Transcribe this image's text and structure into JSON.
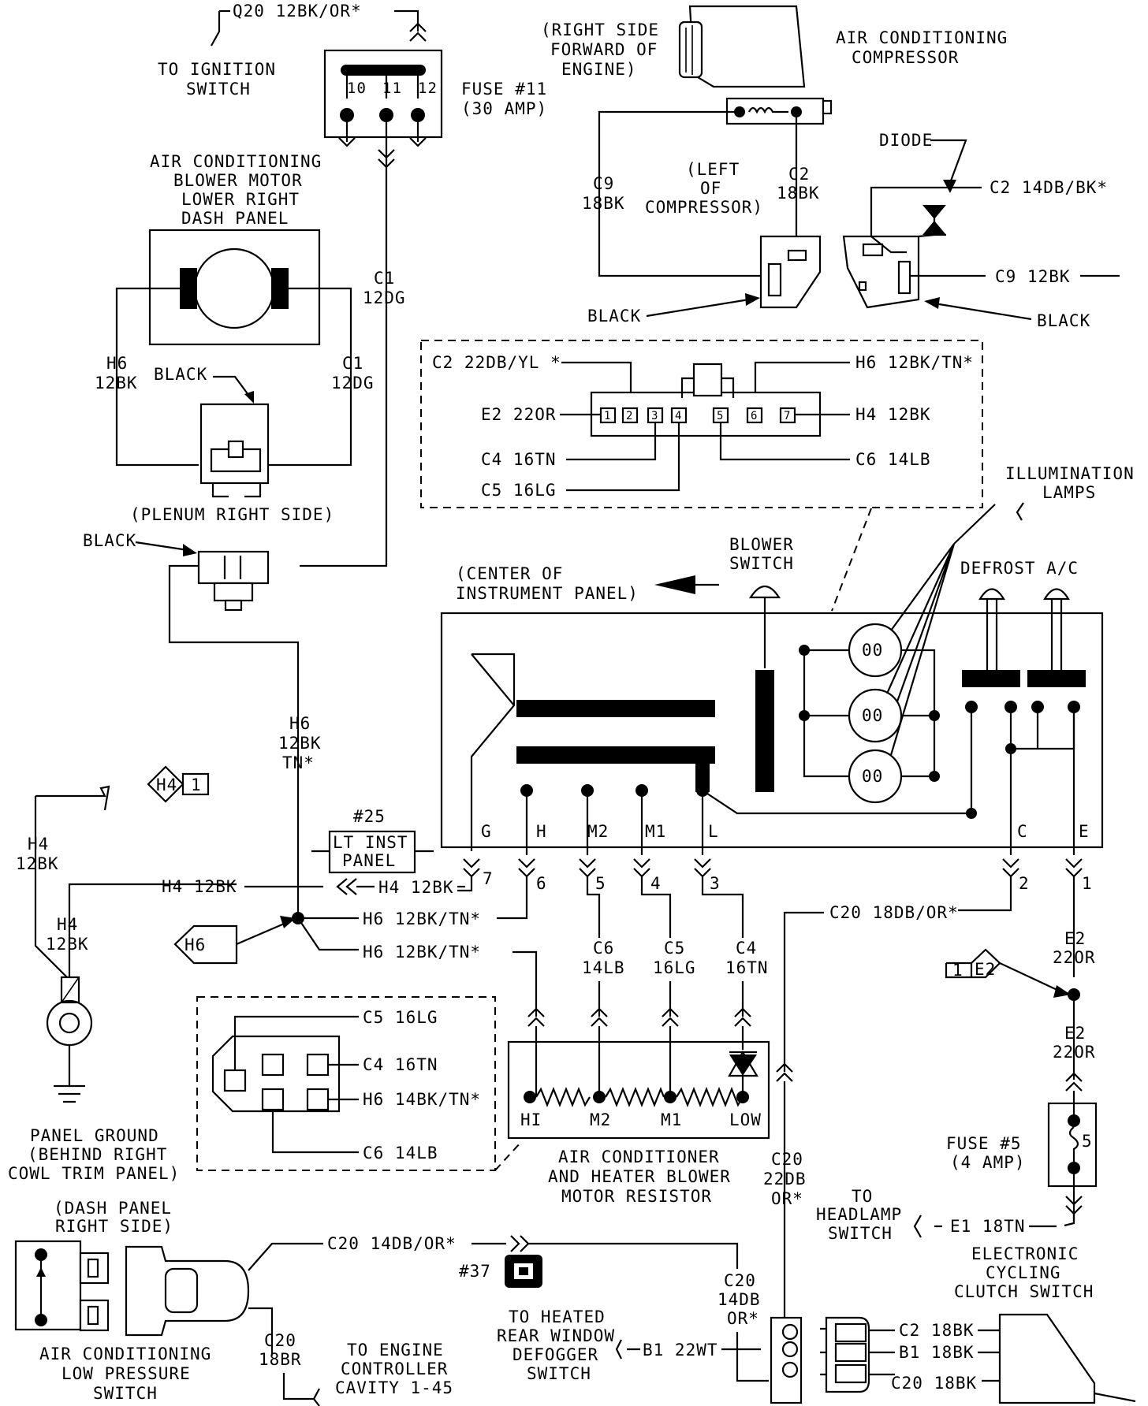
{
  "labels": {
    "q20_wire": "Q20 12BK/OR*",
    "to_ignition_line1": "TO IGNITION",
    "to_ignition_line2": "SWITCH",
    "fuse_11_line1": "FUSE #11",
    "fuse_11_line2": "(30 AMP)",
    "fuse_pin_10": "10",
    "fuse_pin_11": "11",
    "fuse_pin_12": "12",
    "right_side_line1": "(RIGHT SIDE",
    "right_side_line2": "FORWARD OF",
    "right_side_line3": "ENGINE)",
    "ac_compressor_line1": "AIR CONDITIONING",
    "ac_compressor_line2": "COMPRESSOR",
    "blower_motor_line1": "AIR CONDITIONING",
    "blower_motor_line2": "BLOWER MOTOR",
    "blower_motor_line3": "LOWER RIGHT",
    "blower_motor_line4": "DASH PANEL",
    "c9_18bk_line1": "C9",
    "c9_18bk_line2": "18BK",
    "left_of_line1": "(LEFT",
    "left_of_line2": "OF",
    "left_of_line3": "COMPRESSOR)",
    "c2_18bk_line1": "C2",
    "c2_18bk_line2": "18BK",
    "diode": "DIODE",
    "c2_14db": "C2 14DB/BK*",
    "c9_12bk": "C9 12BK",
    "black_1": "BLACK",
    "black_2": "BLACK",
    "black_3": "BLACK",
    "black_4": "BLACK",
    "c1_12dg_a_line1": "C1",
    "c1_12dg_a_line2": "12DG",
    "c1_12dg_b_line1": "C1",
    "c1_12dg_b_line2": "12DG",
    "h6_12bk_line1": "H6",
    "h6_12bk_line2": "12BK",
    "plenum": "(PLENUM RIGHT SIDE)",
    "sw_c2": "C2 22DB/YL *",
    "sw_h6": "H6 12BK/TN*",
    "sw_e2": "E2 22OR",
    "sw_h4": "H4 12BK",
    "sw_c4": "C4 16TN",
    "sw_c6": "C6 14LB",
    "sw_c5": "C5 16LG",
    "illum_line1": "ILLUMINATION",
    "illum_line2": "LAMPS",
    "blower_switch_line1": "BLOWER",
    "blower_switch_line2": "SWITCH",
    "center_panel_line1": "(CENTER OF",
    "center_panel_line2": "INSTRUMENT PANEL)",
    "defrost_ac": "DEFROST A/C",
    "h6_tn_line1": "H6",
    "h6_tn_line2": "12BK",
    "h6_tn_line3": "TN*",
    "h4_ref": "H4",
    "h4_ref_num": "1",
    "h4_12bk_left_line1": "H4",
    "h4_12bk_left_line2": "12BK",
    "fuse_25_line1": "#25",
    "fuse_25_line2": "LT INST",
    "fuse_25_line3": "PANEL",
    "term_g": "G",
    "term_h": "H",
    "term_m2": "M2",
    "term_m1": "M1",
    "term_l": "L",
    "term_c": "C",
    "term_e": "E",
    "pin_7": "7",
    "pin_6": "6",
    "pin_5": "5",
    "pin_4": "4",
    "pin_3": "3",
    "pin_2": "2",
    "pin_1": "1",
    "h4_12bk_top": "H4 12BK",
    "h4_12bk_mid": "H4 12BK",
    "h4_12bk_low_line1": "H4",
    "h4_12bk_low_line2": "12BK",
    "h6_ref": "H6",
    "h6_wire_a": "H6 12BK/TN*",
    "h6_wire_b": "H6 12BK/TN*",
    "c20_18db": "C20 18DB/OR*",
    "c6_14lb_line1": "C6",
    "c6_14lb_line2": "14LB",
    "c5_16lg_line1": "C5",
    "c5_16lg_line2": "16LG",
    "c4_16tn_line1": "C4",
    "c4_16tn_line2": "16TN",
    "e2_ref": "E2",
    "e2_ref_num": "1",
    "e2_22or_a_line1": "E2",
    "e2_22or_a_line2": "22OR",
    "e2_22or_b_line1": "E2",
    "e2_22or_b_line2": "22OR",
    "res_c5": "C5 16LG",
    "res_c4": "C4 16TN",
    "res_h6": "H6 14BK/TN*",
    "res_c6": "C6 14LB",
    "res_hi": "HI",
    "res_m2": "M2",
    "res_m1": "M1",
    "res_low": "LOW",
    "panel_ground_line1": "PANEL GROUND",
    "panel_ground_line2": "(BEHIND RIGHT",
    "panel_ground_line3": "COWL TRIM PANEL)",
    "resistor_line1": "AIR CONDITIONER",
    "resistor_line2": "AND HEATER BLOWER",
    "resistor_line3": "MOTOR RESISTOR",
    "c20_22db_line1": "C20",
    "c20_22db_line2": "22DB",
    "c20_22db_line3": "OR*",
    "fuse_5_line1": "FUSE #5",
    "fuse_5_line2": "(4 AMP)",
    "fuse_5_pin": "5",
    "to_headlamp_line1": "TO",
    "to_headlamp_line2": "HEADLAMP",
    "to_headlamp_line3": "SWITCH",
    "e1_18tn": "E1 18TN",
    "dash_panel_line1": "(DASH PANEL",
    "dash_panel_line2": "RIGHT SIDE)",
    "c20_14db": "C20 14DB/OR*",
    "ecc_line1": "ELECTRONIC",
    "ecc_line2": "CYCLING",
    "ecc_line3": "CLUTCH SWITCH",
    "fuse_37": "#37",
    "c20_14db_or_line1": "C20",
    "c20_14db_or_line2": "14DB",
    "c20_14db_or_line3": "OR*",
    "ecc_c2": "C2 18BK",
    "ecc_b1": "B1 18BK",
    "ecc_c20": "C20 18BK",
    "to_heated_line1": "TO HEATED",
    "to_heated_line2": "REAR WINDOW",
    "to_heated_line3": "DEFOGGER",
    "to_heated_line4": "SWITCH",
    "b1_22wt": "B1 22WT",
    "low_pressure_line1": "AIR CONDITIONING",
    "low_pressure_line2": "LOW PRESSURE",
    "low_pressure_line3": "SWITCH",
    "c20_18br_line1": "C20",
    "c20_18br_line2": "18BR",
    "to_engine_line1": "TO ENGINE",
    "to_engine_line2": "CONTROLLER",
    "to_engine_line3": "CAVITY 1-45",
    "lamp_symbol": "00"
  }
}
